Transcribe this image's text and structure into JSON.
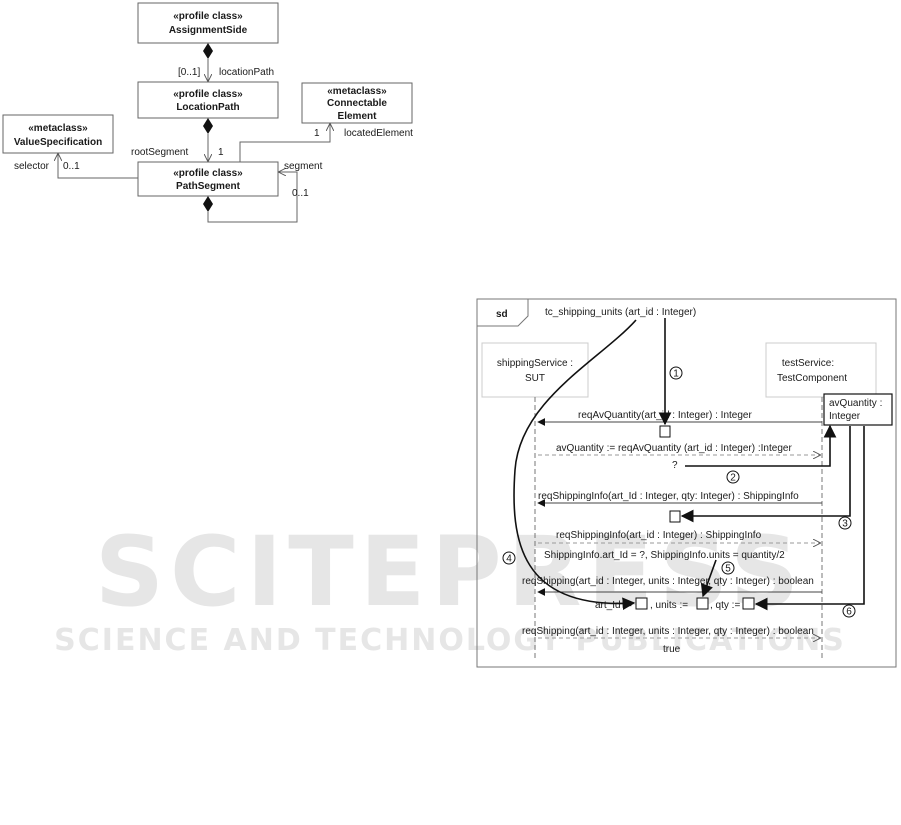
{
  "watermark": {
    "main": "SCITEPRESS",
    "sub": "SCIENCE AND TECHNOLOGY PUBLICATIONS"
  },
  "class_diagram": {
    "classes": [
      {
        "id": "assignment",
        "stereotype": "«profile class»",
        "name": "AssignmentSide"
      },
      {
        "id": "locationpath",
        "stereotype": "«profile class»",
        "name": "LocationPath"
      },
      {
        "id": "connectable",
        "stereotype": "«metaclass»",
        "name_line1": "Connectable",
        "name_line2": "Element"
      },
      {
        "id": "valuespec",
        "stereotype": "«metaclass»",
        "name": "ValueSpecification"
      },
      {
        "id": "pathsegment",
        "stereotype": "«profile class»",
        "name": "PathSegment"
      }
    ],
    "labels": {
      "mult_location": "[0..1]",
      "role_location": "locationPath",
      "mult_located": "1",
      "role_located": "locatedElement",
      "role_root": "rootSegment",
      "mult_root": "1",
      "role_segment": "segment",
      "role_selector": "selector",
      "mult_selector": "0..1",
      "mult_segment": "0..1"
    }
  },
  "sequence_diagram": {
    "frame_tag": "sd",
    "title": "tc_shipping_units (art_id : Integer)",
    "lifelines": [
      {
        "id": "sut",
        "line1": "shippingService :",
        "line2": "SUT"
      },
      {
        "id": "test",
        "line1": "testService:",
        "line2": "TestComponent"
      }
    ],
    "variable": {
      "line1": "avQuantity :",
      "line2": "Integer"
    },
    "messages": {
      "m1": "reqAvQuantity(art_id : Integer) : Integer",
      "m2": "avQuantity := reqAvQuantity (art_id : Integer) :Integer",
      "m3": "?",
      "m4": "reqShippingInfo(art_Id : Integer, qty: Integer) : ShippingInfo",
      "m5": "reqShippingInfo(art_id : Integer) : ShippingInfo",
      "m6": "ShippingInfo.art_Id = ?, ShippingInfo.units = quantity/2",
      "m7": "reqShipping(art_id : Integer, units : Integer, qty : Integer) : boolean",
      "arg_art": "art_Id :=",
      "arg_units": ", units :=",
      "arg_qty": ", qty :=",
      "m8": "reqShipping(art_id : Integer, units : Integer, qty : Integer) : boolean",
      "m9": "true"
    },
    "markers": [
      "1",
      "2",
      "3",
      "4",
      "5",
      "6"
    ]
  }
}
